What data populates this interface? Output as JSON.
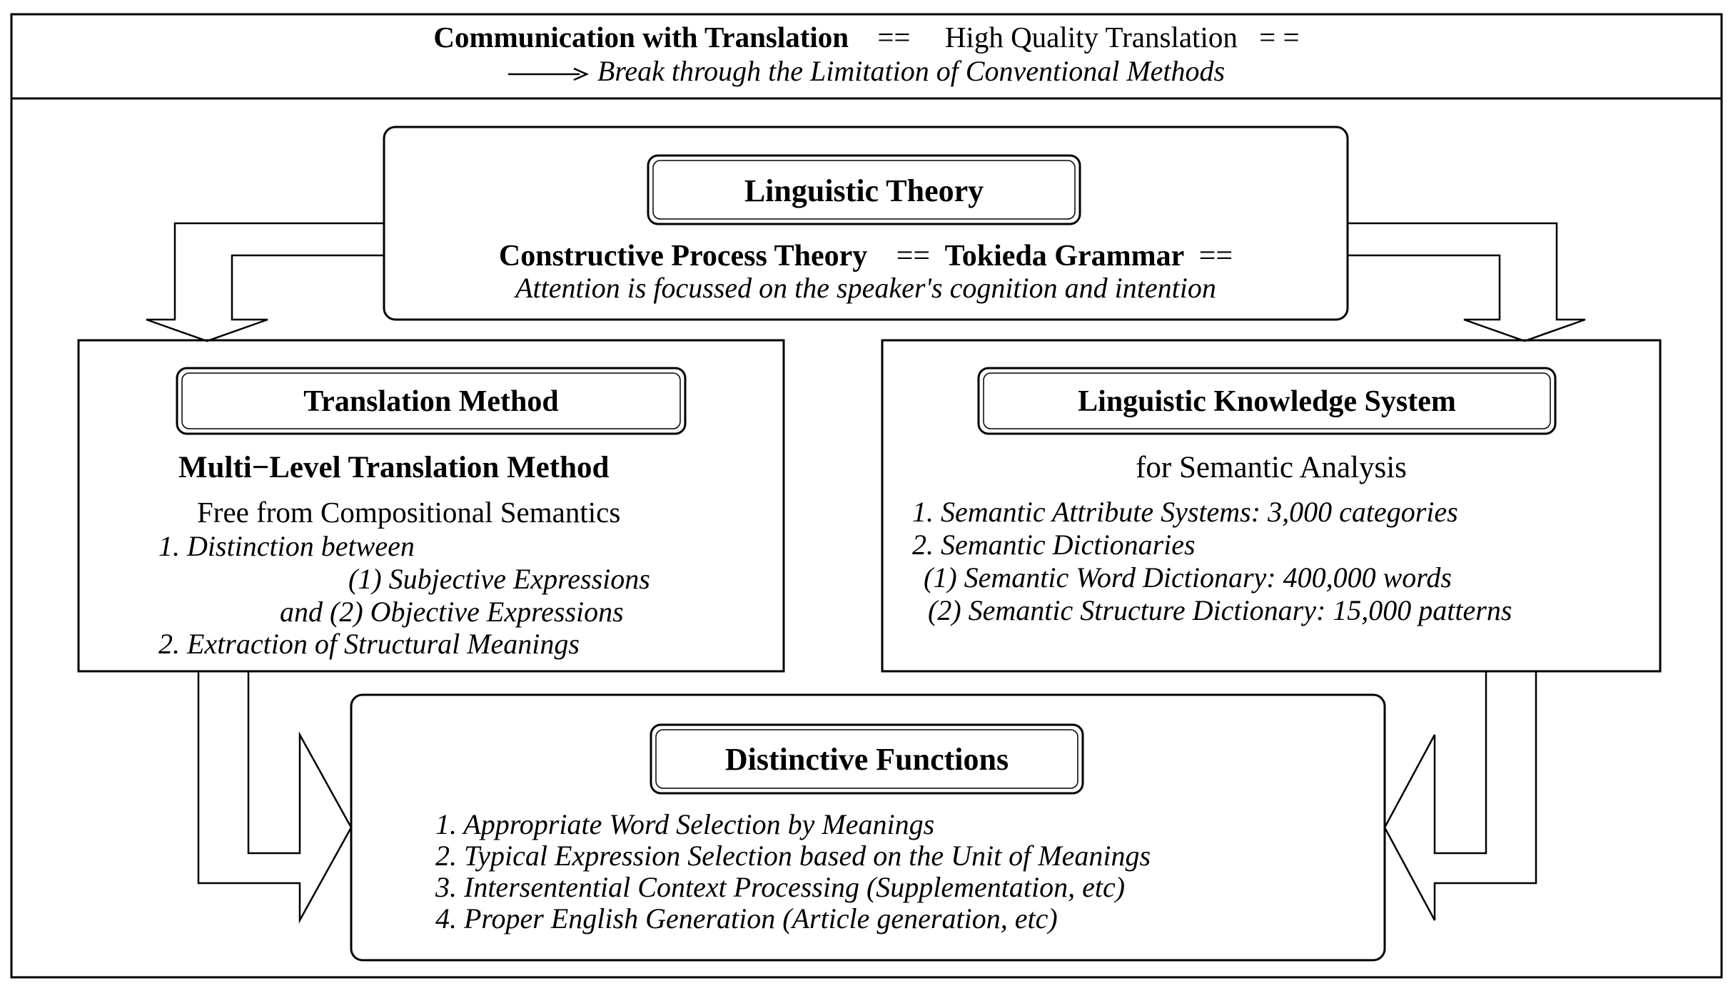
{
  "header": {
    "line1_left": "Communication with Translation",
    "line1_sep1": "==",
    "line1_right": "High Quality Translation",
    "line1_sep2": "= =",
    "line2": "Break through the Limitation of Conventional Methods"
  },
  "theory": {
    "title": "Linguistic Theory",
    "line1_left": "Constructive Process Theory",
    "line1_sep": "==",
    "line1_mid": "Tokieda Grammar",
    "line1_end": "==",
    "line2": "Attention is focussed on the speaker's cognition and intention"
  },
  "method": {
    "title": "Translation Method",
    "subtitle": "Multi−Level Translation Method",
    "line1": "Free from Compositional Semantics",
    "item1": "1. Distinction between",
    "item1a": "(1) Subjective Expressions",
    "item1b": "and (2) Objective Expressions",
    "item2": "2. Extraction of Structural Meanings"
  },
  "knowledge": {
    "title": "Linguistic Knowledge System",
    "subtitle": "for Semantic Analysis",
    "item1": "1. Semantic Attribute Systems: 3,000 categories",
    "item2": "2. Semantic Dictionaries",
    "item2a": "(1) Semantic Word Dictionary: 400,000 words",
    "item2b": "(2) Semantic Structure Dictionary: 15,000 patterns"
  },
  "functions": {
    "title": "Distinctive Functions",
    "item1": "1. Appropriate Word Selection by Meanings",
    "item2": "2. Typical Expression Selection based on the Unit of Meanings",
    "item3": "3. Intersentential Context Processing (Supplementation, etc)",
    "item4": "4. Proper English Generation (Article generation, etc)"
  }
}
